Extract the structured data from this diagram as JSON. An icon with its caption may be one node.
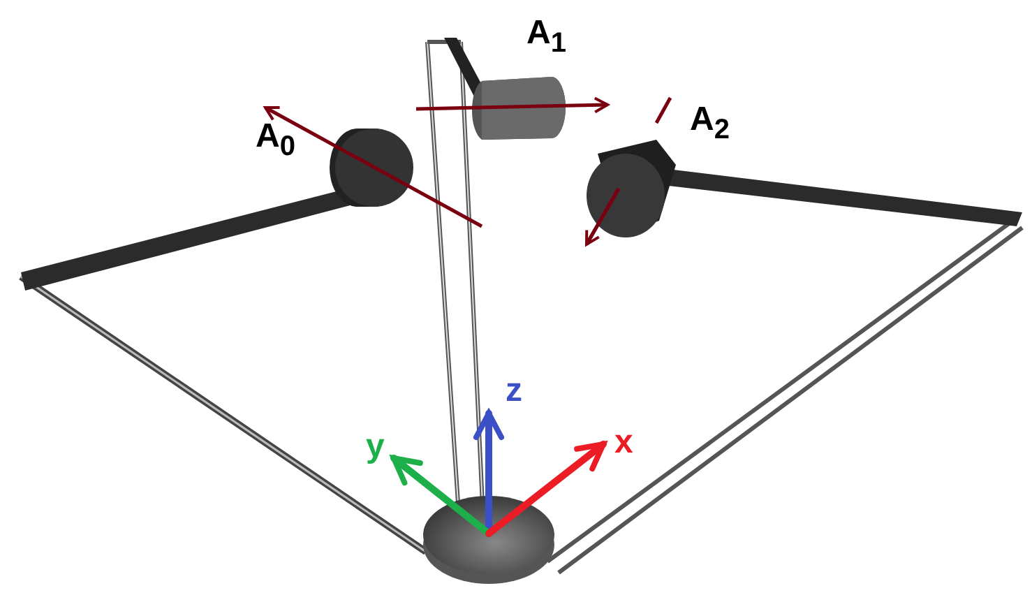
{
  "diagram": {
    "labels": [
      "A$_{1}$",
      "A$_{0}$",
      "A$_{2}$",
      "z",
      "y",
      "x"
    ]
  }
}
